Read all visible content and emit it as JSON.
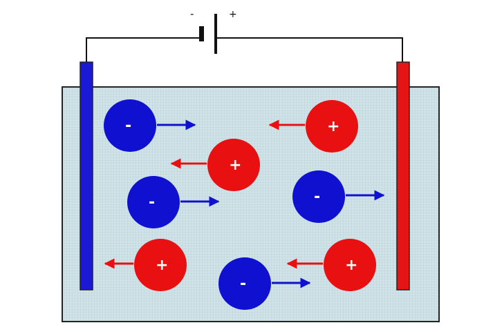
{
  "battery": {
    "negative_label": "-",
    "positive_label": "+"
  },
  "colors": {
    "background": "#ffffff",
    "solution": "#cfe3e8",
    "solution_grid": "#b9d0d6",
    "border": "#222222",
    "wire": "#111111",
    "cathode": "#1a1ad6",
    "anode": "#e61515",
    "anion": "#1010d0",
    "cation": "#e81010",
    "ion_label": "#ffffff"
  },
  "ions": [
    {
      "type": "anion",
      "label": "-",
      "direction": "right"
    },
    {
      "type": "cation",
      "label": "+",
      "direction": "left"
    },
    {
      "type": "cation",
      "label": "+",
      "direction": "left"
    },
    {
      "type": "anion",
      "label": "-",
      "direction": "right"
    },
    {
      "type": "anion",
      "label": "-",
      "direction": "right"
    },
    {
      "type": "cation",
      "label": "+",
      "direction": "left"
    },
    {
      "type": "cation",
      "label": "+",
      "direction": "left"
    },
    {
      "type": "anion",
      "label": "-",
      "direction": "right"
    }
  ]
}
